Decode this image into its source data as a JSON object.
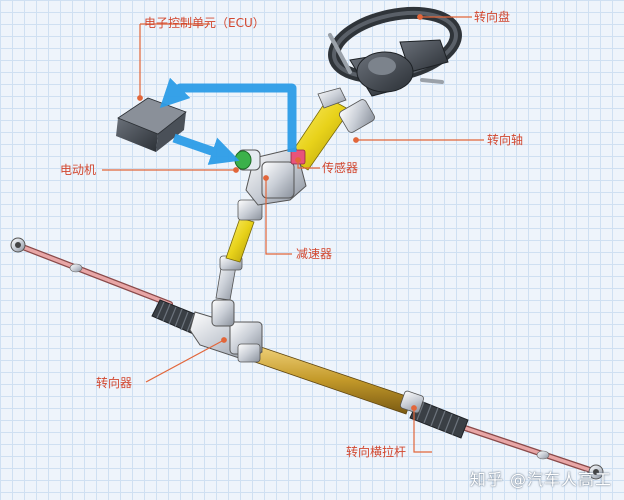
{
  "labels": {
    "steering_wheel": "转向盘",
    "ecu": "电子控制单元（ECU）",
    "steering_shaft": "转向轴",
    "motor": "电动机",
    "sensor": "传感器",
    "reducer": "减速器",
    "steering_gear": "转向器",
    "tie_rod": "转向横拉杆"
  },
  "watermark": "知乎 @汽车人高工",
  "colors": {
    "label": "#d2472f",
    "callout_line": "#e2663a",
    "signal_arrow": "#2d9de8",
    "shaft": "#e8d21a",
    "rack": "#c49a2a",
    "tie_rod": "#d98a8a",
    "metal": "#c9ced6",
    "dark": "#3d434c"
  }
}
